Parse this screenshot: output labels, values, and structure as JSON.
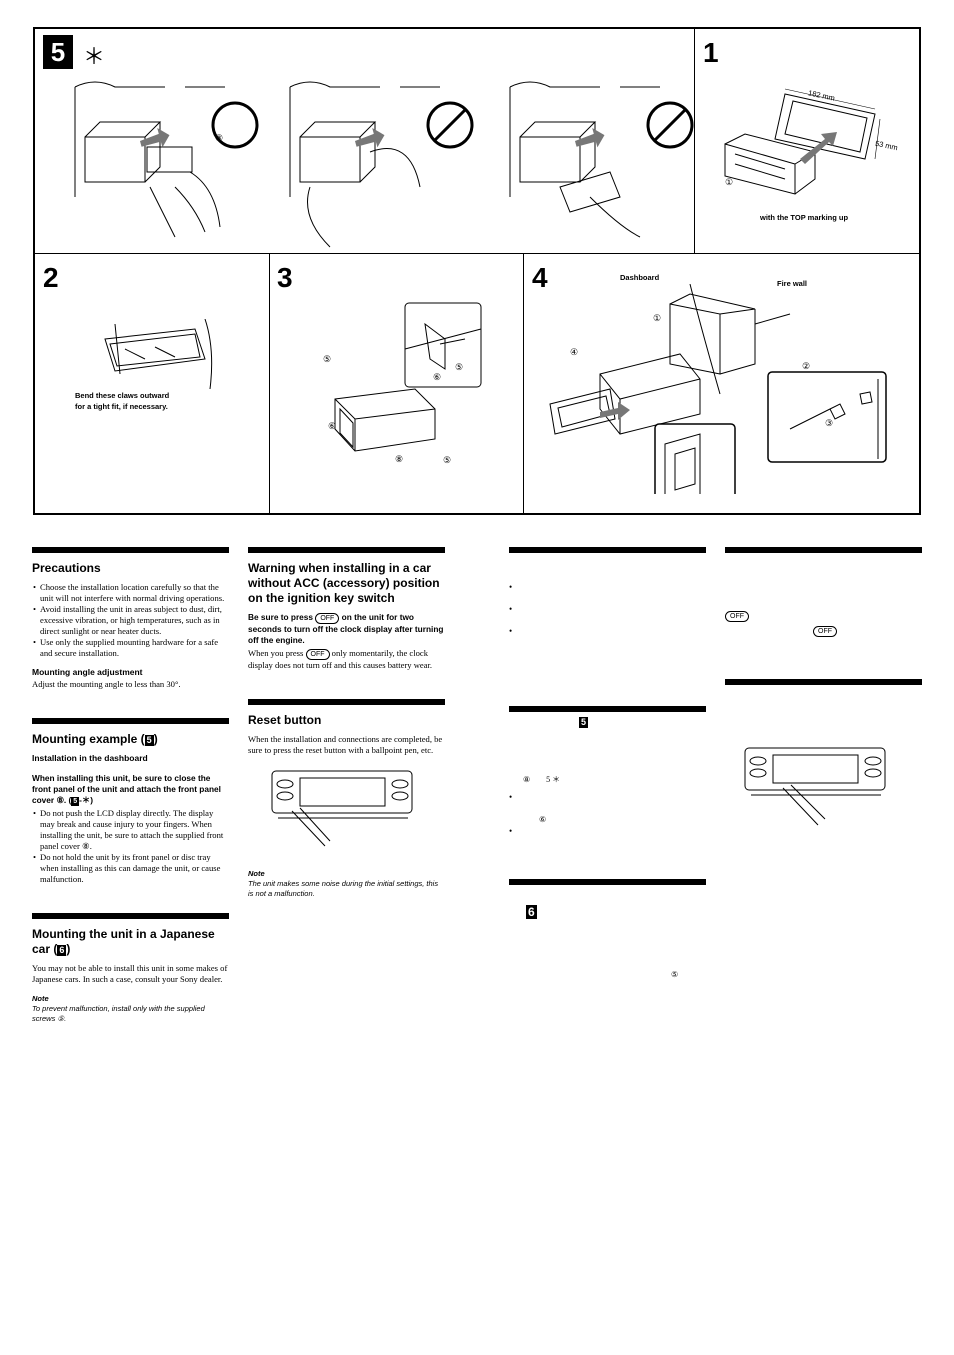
{
  "diagram": {
    "step5_label": "5",
    "step5_asterisk": "＊",
    "step1_label": "1",
    "step1_dim_width": "182 mm",
    "step1_dim_height": "53 mm",
    "step1_part": "①",
    "step1_caption": "with the TOP marking up",
    "step2_label": "2",
    "step2_caption_line1": "Bend these claws outward",
    "step2_caption_line2": "for a tight fit, if necessary.",
    "step3_label": "3",
    "step4_label": "4",
    "step4_dashboard": "Dashboard",
    "step4_firewall": "Fire wall",
    "part_1": "①",
    "part_2": "②",
    "part_3": "③",
    "part_4": "④",
    "part_5": "⑤",
    "part_6": "⑥",
    "part_8": "⑧"
  },
  "col1": {
    "precautions_title": "Precautions",
    "precautions_items": [
      "Choose the installation location carefully so that the unit will not interfere with normal driving operations.",
      "Avoid installing the unit in areas subject to dust, dirt, excessive vibration, or high temperatures, such as in direct sunlight or near heater ducts.",
      "Use only the supplied mounting hardware for a safe and secure installation."
    ],
    "angle_title": "Mounting angle adjustment",
    "angle_text": "Adjust the mounting angle to less than 30°.",
    "mounting_title": "Mounting example (",
    "mounting_title_ref": "5",
    "mounting_title_end": ")",
    "dashboard_sub": "Installation in the dashboard",
    "mounting_bold": "When installing this unit, be sure to close the front panel of the unit and attach the front panel cover ⑧. (",
    "mounting_bold_ref": "5",
    "mounting_bold_end": "-＊)",
    "mounting_items": [
      "Do not push the LCD display directly. The display may break and cause injury to your fingers. When installing the unit, be sure to attach the supplied front panel cover ⑧.",
      "Do not hold the unit by its front panel or disc tray when installing as this can damage the unit, or cause malfunction."
    ],
    "japanese_title": "Mounting the unit in a Japanese car (",
    "japanese_title_ref": "6",
    "japanese_title_end": ")",
    "japanese_text": "You may not be able to install this unit in some makes of Japanese cars. In such a case, consult your Sony dealer.",
    "note_title": "Note",
    "note_text": "To prevent malfunction, install only with the supplied screws ⑤."
  },
  "col2": {
    "warning_title": "Warning when installing in a car without ACC (accessory) position on the ignition key switch",
    "warning_bold_pre": "Be sure to press ",
    "warning_key": "OFF",
    "warning_bold_post": " on the unit for two seconds to turn off the clock display after turning off the engine.",
    "warning_text_pre": "When you press ",
    "warning_text_post": " only momentarily, the clock display does not turn off and this causes battery wear.",
    "reset_title": "Reset button",
    "reset_text": "When the installation and connections are completed, be sure to press the reset button with a ballpoint pen, etc.",
    "note_title": "Note",
    "note_text": "The unit makes some noise during the initial settings, this is not a malfunction."
  },
  "col3": {
    "section2_ref": "5",
    "section2_marks": "⑧　　5 ＊",
    "section2_mark_6": "⑥",
    "section3_ref": "6",
    "section3_mark_5": "⑤"
  },
  "col4": {
    "off_key": "OFF",
    "off_key2": "OFF"
  }
}
